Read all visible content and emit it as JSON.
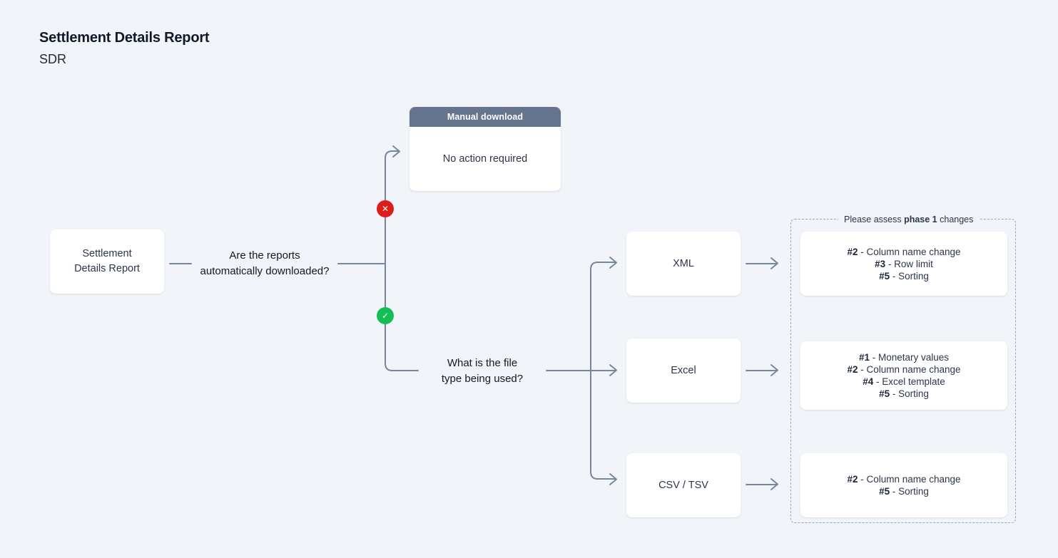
{
  "header": {
    "title": "Settlement Details Report",
    "subtitle": "SDR"
  },
  "colors": {
    "background": "#f1f5f9",
    "card": "#ffffff",
    "connector": "#78869c",
    "header_bar": "#65758f",
    "badge_no": "#e01b1b",
    "badge_yes": "#13bf55",
    "dashed_border": "#9aa7bb",
    "text": "#2b3648"
  },
  "flow": {
    "start_node": {
      "label": "Settlement\nDetails Report"
    },
    "decision_auto_download": {
      "question": "Are the reports\nautomatically downloaded?"
    },
    "branch_no": {
      "badge_icon": "x-circle-icon",
      "badge_symbol": "✕",
      "target_title": "Manual download",
      "target_body": "No action required"
    },
    "branch_yes": {
      "badge_icon": "check-circle-icon",
      "badge_symbol": "✓"
    },
    "decision_file_type": {
      "question": "What is the file\ntype being used?"
    },
    "file_types": [
      {
        "label": "XML"
      },
      {
        "label": "Excel"
      },
      {
        "label": "CSV / TSV"
      }
    ]
  },
  "phase_panel": {
    "label_prefix": "Please assess ",
    "label_emphasis": "phase 1",
    "label_suffix": " changes",
    "groups": [
      {
        "for": "XML",
        "changes": [
          {
            "ref": "#2",
            "text": " - Column name change"
          },
          {
            "ref": "#3",
            "text": " - Row limit"
          },
          {
            "ref": "#5",
            "text": " - Sorting"
          }
        ]
      },
      {
        "for": "Excel",
        "changes": [
          {
            "ref": "#1",
            "text": " - Monetary values"
          },
          {
            "ref": "#2",
            "text": " - Column name change"
          },
          {
            "ref": "#4",
            "text": " - Excel template"
          },
          {
            "ref": "#5",
            "text": " - Sorting"
          }
        ]
      },
      {
        "for": "CSV / TSV",
        "changes": [
          {
            "ref": "#2",
            "text": " - Column name change"
          },
          {
            "ref": "#5",
            "text": " - Sorting"
          }
        ]
      }
    ]
  }
}
